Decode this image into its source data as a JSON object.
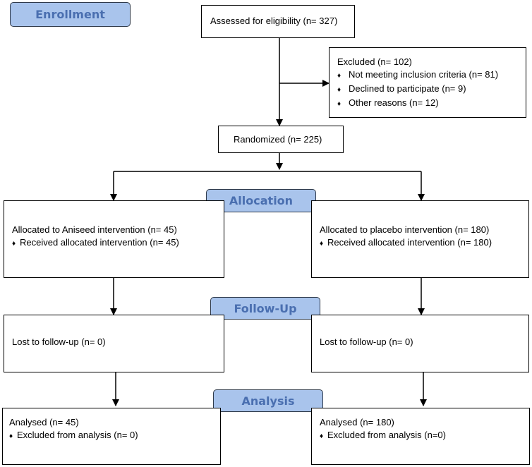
{
  "phases": {
    "enrollment": "Enrollment",
    "allocation": "Allocation",
    "followup": "Follow-Up",
    "analysis": "Analysis"
  },
  "assessed": "Assessed for eligibility (n= 327)",
  "excluded": {
    "title": "Excluded (n= 102)",
    "items": [
      "Not meeting inclusion criteria (n= 81)",
      "Declined to participate (n= 9)",
      "Other reasons (n= 12)"
    ]
  },
  "randomized": "Randomized (n= 225)",
  "left": {
    "allocated": "Allocated to Aniseed intervention (n= 45)",
    "received": "Received allocated intervention (n= 45)",
    "lost": "Lost to follow-up (n= 0)",
    "analysed": "Analysed (n= 45)",
    "excluded_analysis": "Excluded from analysis (n= 0)"
  },
  "right": {
    "allocated": "Allocated to placebo intervention (n= 180)",
    "received": "Received allocated intervention (n= 180)",
    "lost": "Lost to follow-up (n= 0)",
    "analysed": "Analysed (n= 180)",
    "excluded_analysis": "Excluded from analysis (n=0)"
  },
  "bullet_glyph": "♦"
}
